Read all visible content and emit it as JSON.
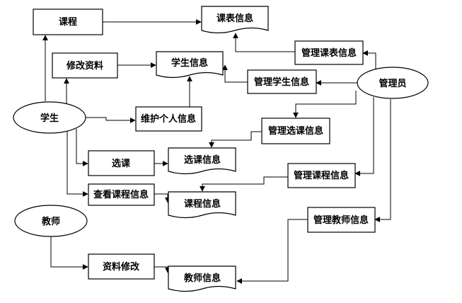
{
  "actors": {
    "student": "学生",
    "teacher": "教师",
    "admin": "管理员"
  },
  "processes": {
    "course": "课程",
    "modify_profile": "修改资料",
    "maintain_personal_info": "维护个人信息",
    "select_course": "选课",
    "view_course_info": "查看课程信息",
    "profile_modify": "资料修改",
    "manage_timetable_info": "管理课表信息",
    "manage_student_info": "管理学生信息",
    "manage_selection_info": "管理选课信息",
    "manage_course_info": "管理课程信息",
    "manage_teacher_info": "管理教师信息"
  },
  "data_stores": {
    "timetable_info": "课表信息",
    "student_info": "学生信息",
    "selection_info": "选课信息",
    "course_info": "课程信息",
    "teacher_info": "教师信息"
  }
}
